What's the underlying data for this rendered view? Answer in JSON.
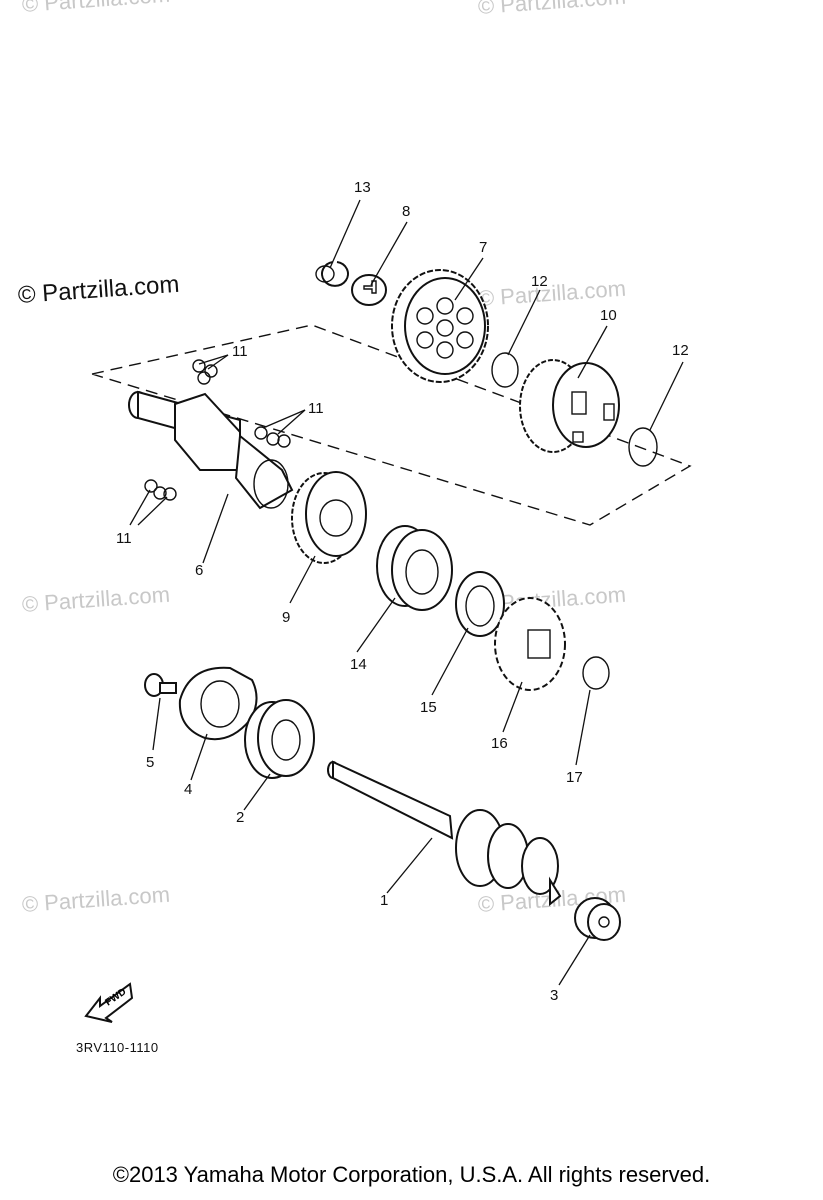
{
  "diagram": {
    "watermark_main": "© Partzilla.com",
    "watermark_faint": "© Partzilla.com",
    "diagram_code": "3RV110-1110",
    "copyright": "©2013  Yamaha Motor Corporation, U.S.A. All rights reserved.",
    "fwd_label": "FWD",
    "callouts": [
      "13",
      "8",
      "7",
      "12",
      "10",
      "12",
      "11",
      "11",
      "11",
      "6",
      "9",
      "14",
      "15",
      "16",
      "17",
      "5",
      "4",
      "2",
      "1",
      "3"
    ]
  }
}
